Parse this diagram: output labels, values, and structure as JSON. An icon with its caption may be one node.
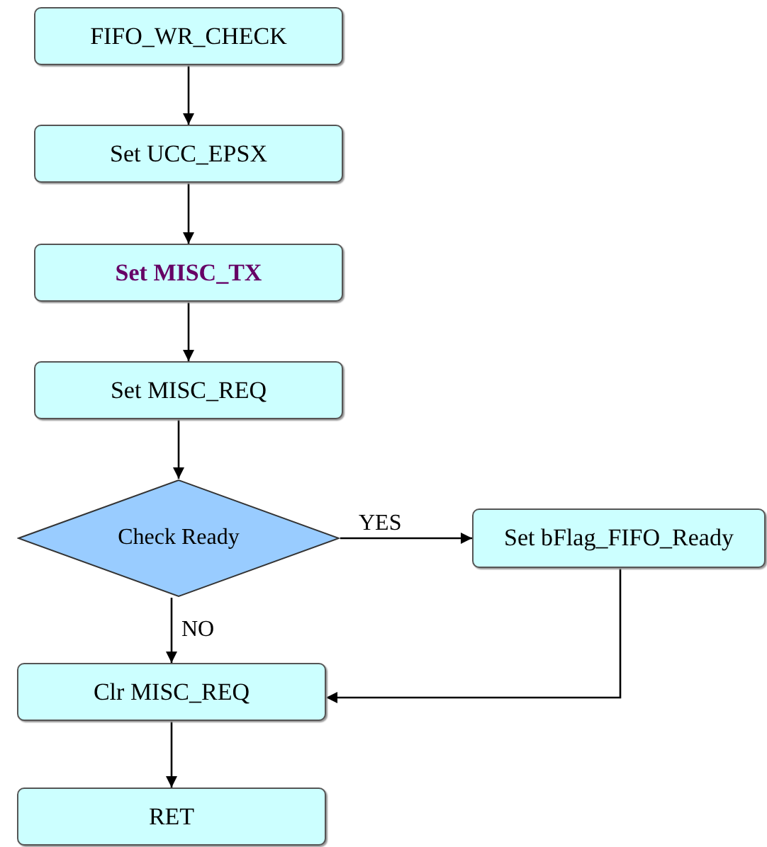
{
  "diagram": {
    "nodes": [
      {
        "text": [
          "FIFO_WR_CHECK"
        ]
      },
      {
        "text": [
          "Set UCC_EPSX"
        ]
      },
      {
        "text": [
          "Set MISC_TX"
        ]
      },
      {
        "text": [
          "Set MISC_REQ"
        ]
      },
      {
        "text": [
          "Check Ready"
        ]
      },
      {
        "text": [
          "Set bFlag_FIFO_Ready"
        ]
      },
      {
        "text": [
          "Clr MISC_REQ"
        ]
      },
      {
        "text": [
          "RET"
        ]
      }
    ],
    "edges": [
      {
        "from": 0,
        "to": 1,
        "arrow": "to"
      },
      {
        "from": 1,
        "to": 2,
        "arrow": "to"
      },
      {
        "from": 2,
        "to": 3,
        "arrow": "to"
      },
      {
        "from": 3,
        "to": 4,
        "arrow": "to"
      },
      {
        "from": 4,
        "to": 5,
        "arrow": "to",
        "label": "YES"
      },
      {
        "from": 4,
        "to": 6,
        "arrow": "to",
        "label": "NO"
      },
      {
        "from": 5,
        "to": 6,
        "arrow": "to"
      },
      {
        "from": 6,
        "to": 7,
        "arrow": "to"
      }
    ]
  }
}
